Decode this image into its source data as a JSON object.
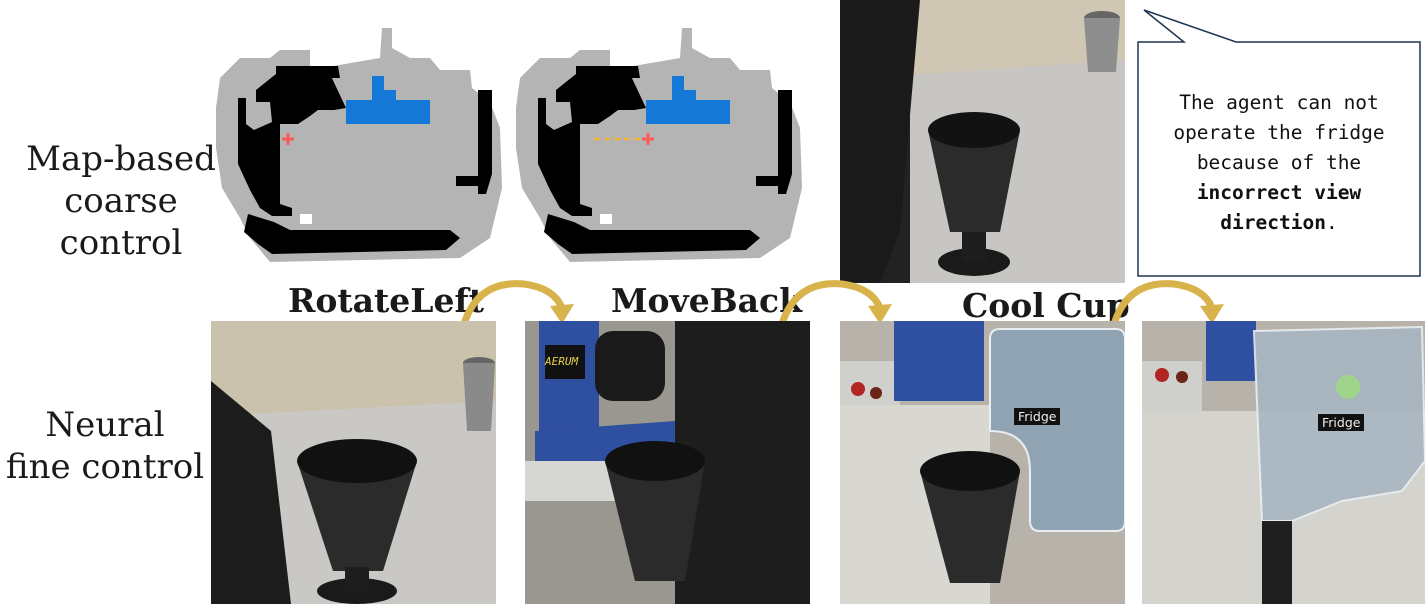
{
  "row_labels": {
    "coarse": [
      "Map-based",
      "coarse control"
    ],
    "fine": [
      "Neural",
      "fine control"
    ]
  },
  "actions": [
    "RotateLeft",
    "MoveBack",
    "Cool Cup"
  ],
  "callout": {
    "line1": "The agent can not",
    "line2": "operate the fridge",
    "line3": "because of the",
    "line4": "incorrect view",
    "line5": "direction",
    "line5_suffix": "."
  },
  "object_tags": {
    "fridge_1": "Fridge",
    "fridge_2": "Fridge"
  },
  "appliance_display": "AERUM",
  "colors": {
    "map_floor": "#b4b4b4",
    "map_wall": "#000000",
    "map_target": "#1479d6",
    "agent_marker": "#ff5a5a",
    "path_dash": "#f2b63a",
    "arrow": "#d8b24a",
    "callout_border": "#1f3550",
    "fridge_highlight": "#8fa3b3"
  },
  "icons": [
    "curved-arrow-icon",
    "agent-cross-icon"
  ]
}
